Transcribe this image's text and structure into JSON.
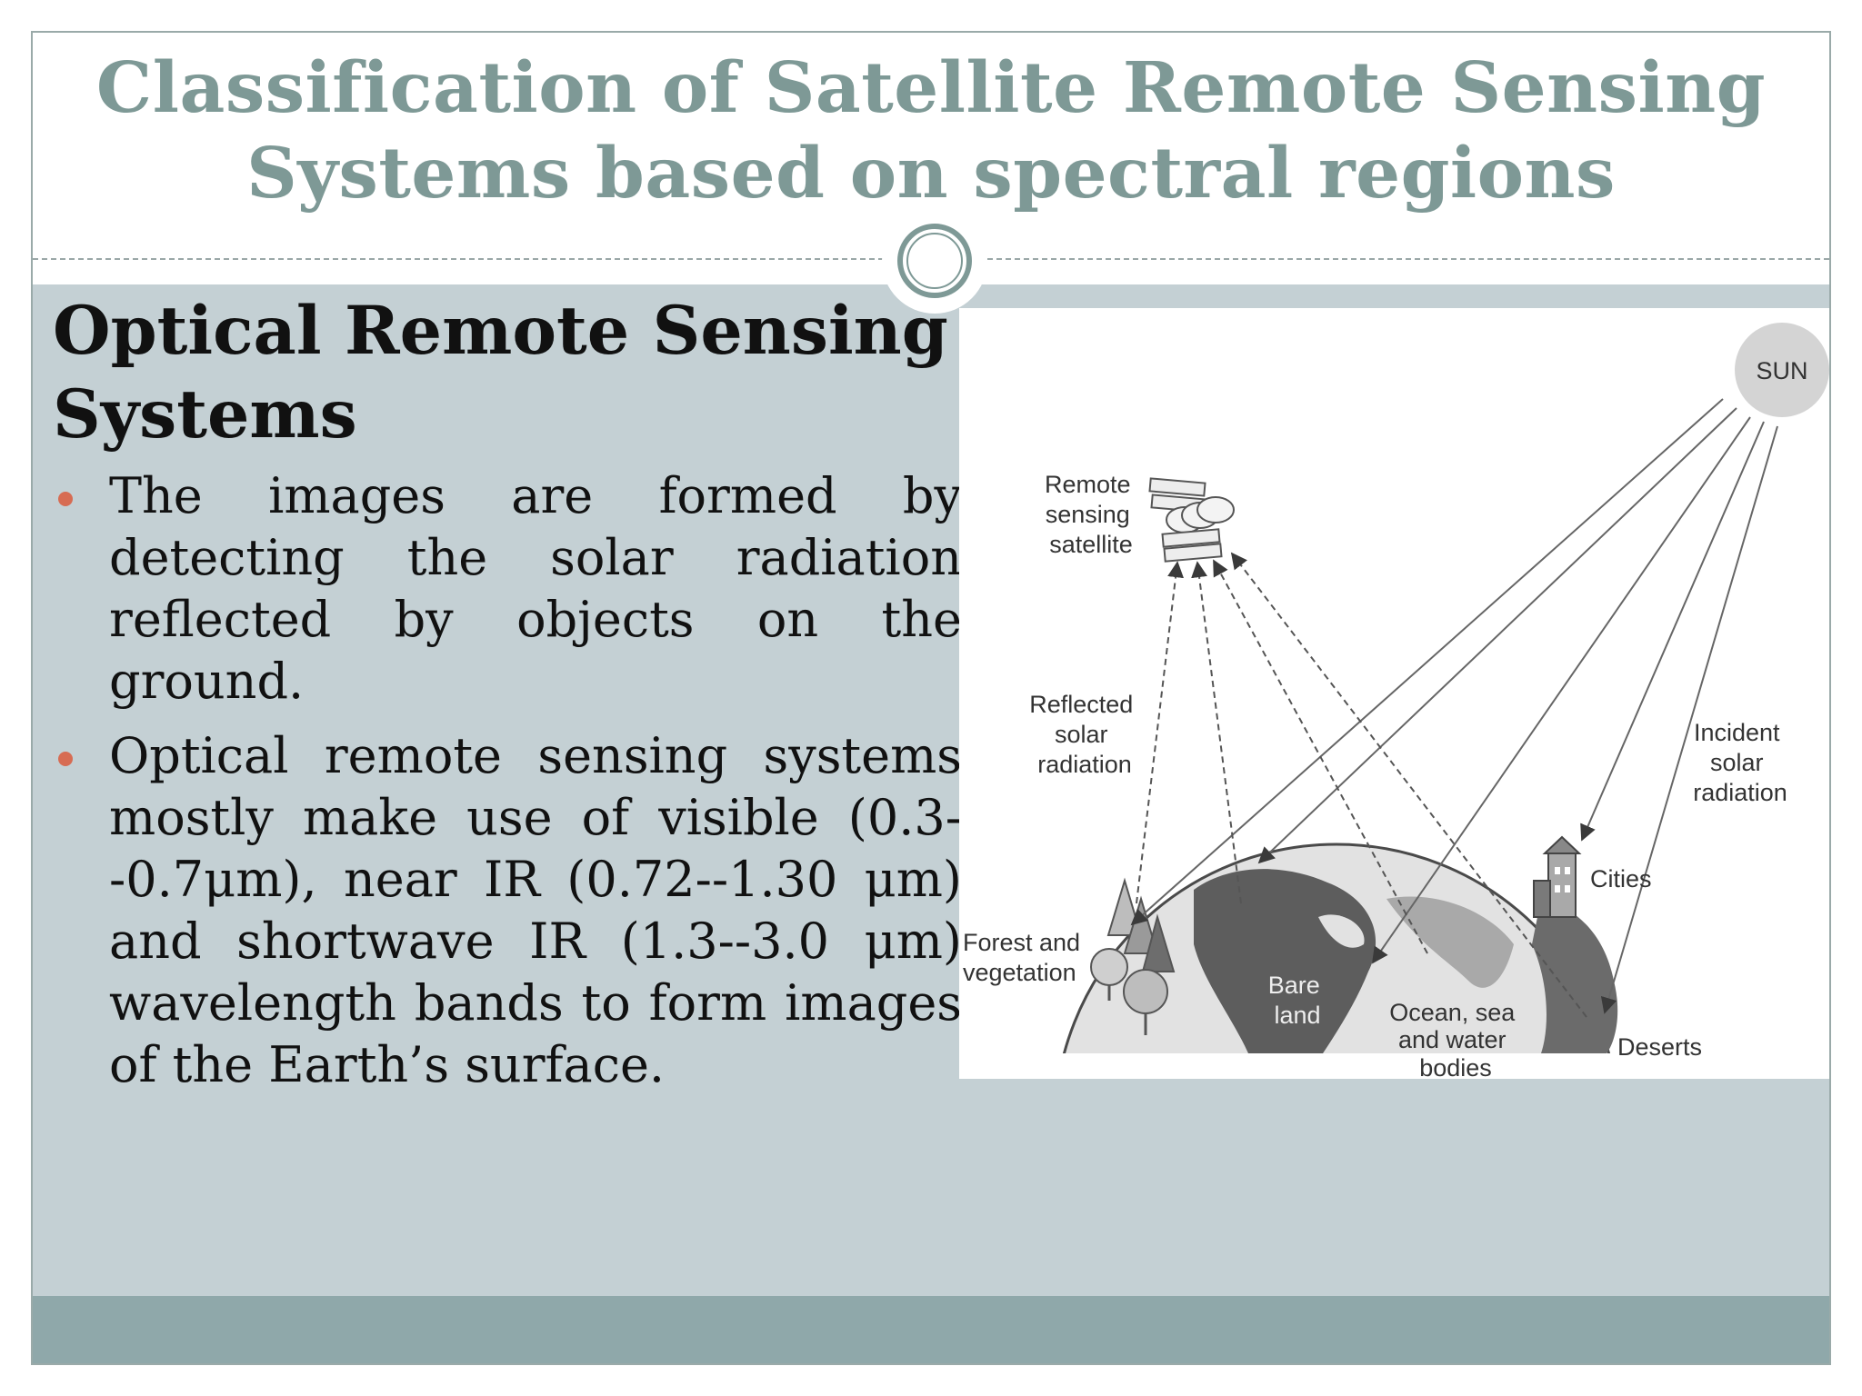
{
  "slide": {
    "title_line1": "Classification of Satellite Remote Sensing",
    "title_line2": "Systems based on spectral regions",
    "subtitle_line1": "Optical Remote Sensing",
    "subtitle_line2": "Systems",
    "bullets": [
      "The images are formed by detecting the solar radiation reflected by objects on the ground.",
      "Optical remote sensing systems mostly make use of visible (0.3--0.7μm), near IR (0.72--1.30 μm) and shortwave IR (1.3--3.0 μm) wavelength bands to form images of the Earth’s surface."
    ]
  },
  "diagram": {
    "sun": "SUN",
    "satellite": [
      "Remote",
      "sensing",
      "satellite"
    ],
    "reflected": [
      "Reflected",
      "solar",
      "radiation"
    ],
    "incident": [
      "Incident",
      "solar",
      "radiation"
    ],
    "forest": [
      "Forest and",
      "vegetation"
    ],
    "bare_land": [
      "Bare",
      "land"
    ],
    "ocean": [
      "Ocean, sea",
      "and water",
      "bodies"
    ],
    "cities": "Cities",
    "deserts": "Deserts"
  },
  "colors": {
    "title": "#7e9996",
    "panel": "#c4d0d4",
    "footer": "#8fa8aa",
    "bullet": "#d76c53"
  }
}
